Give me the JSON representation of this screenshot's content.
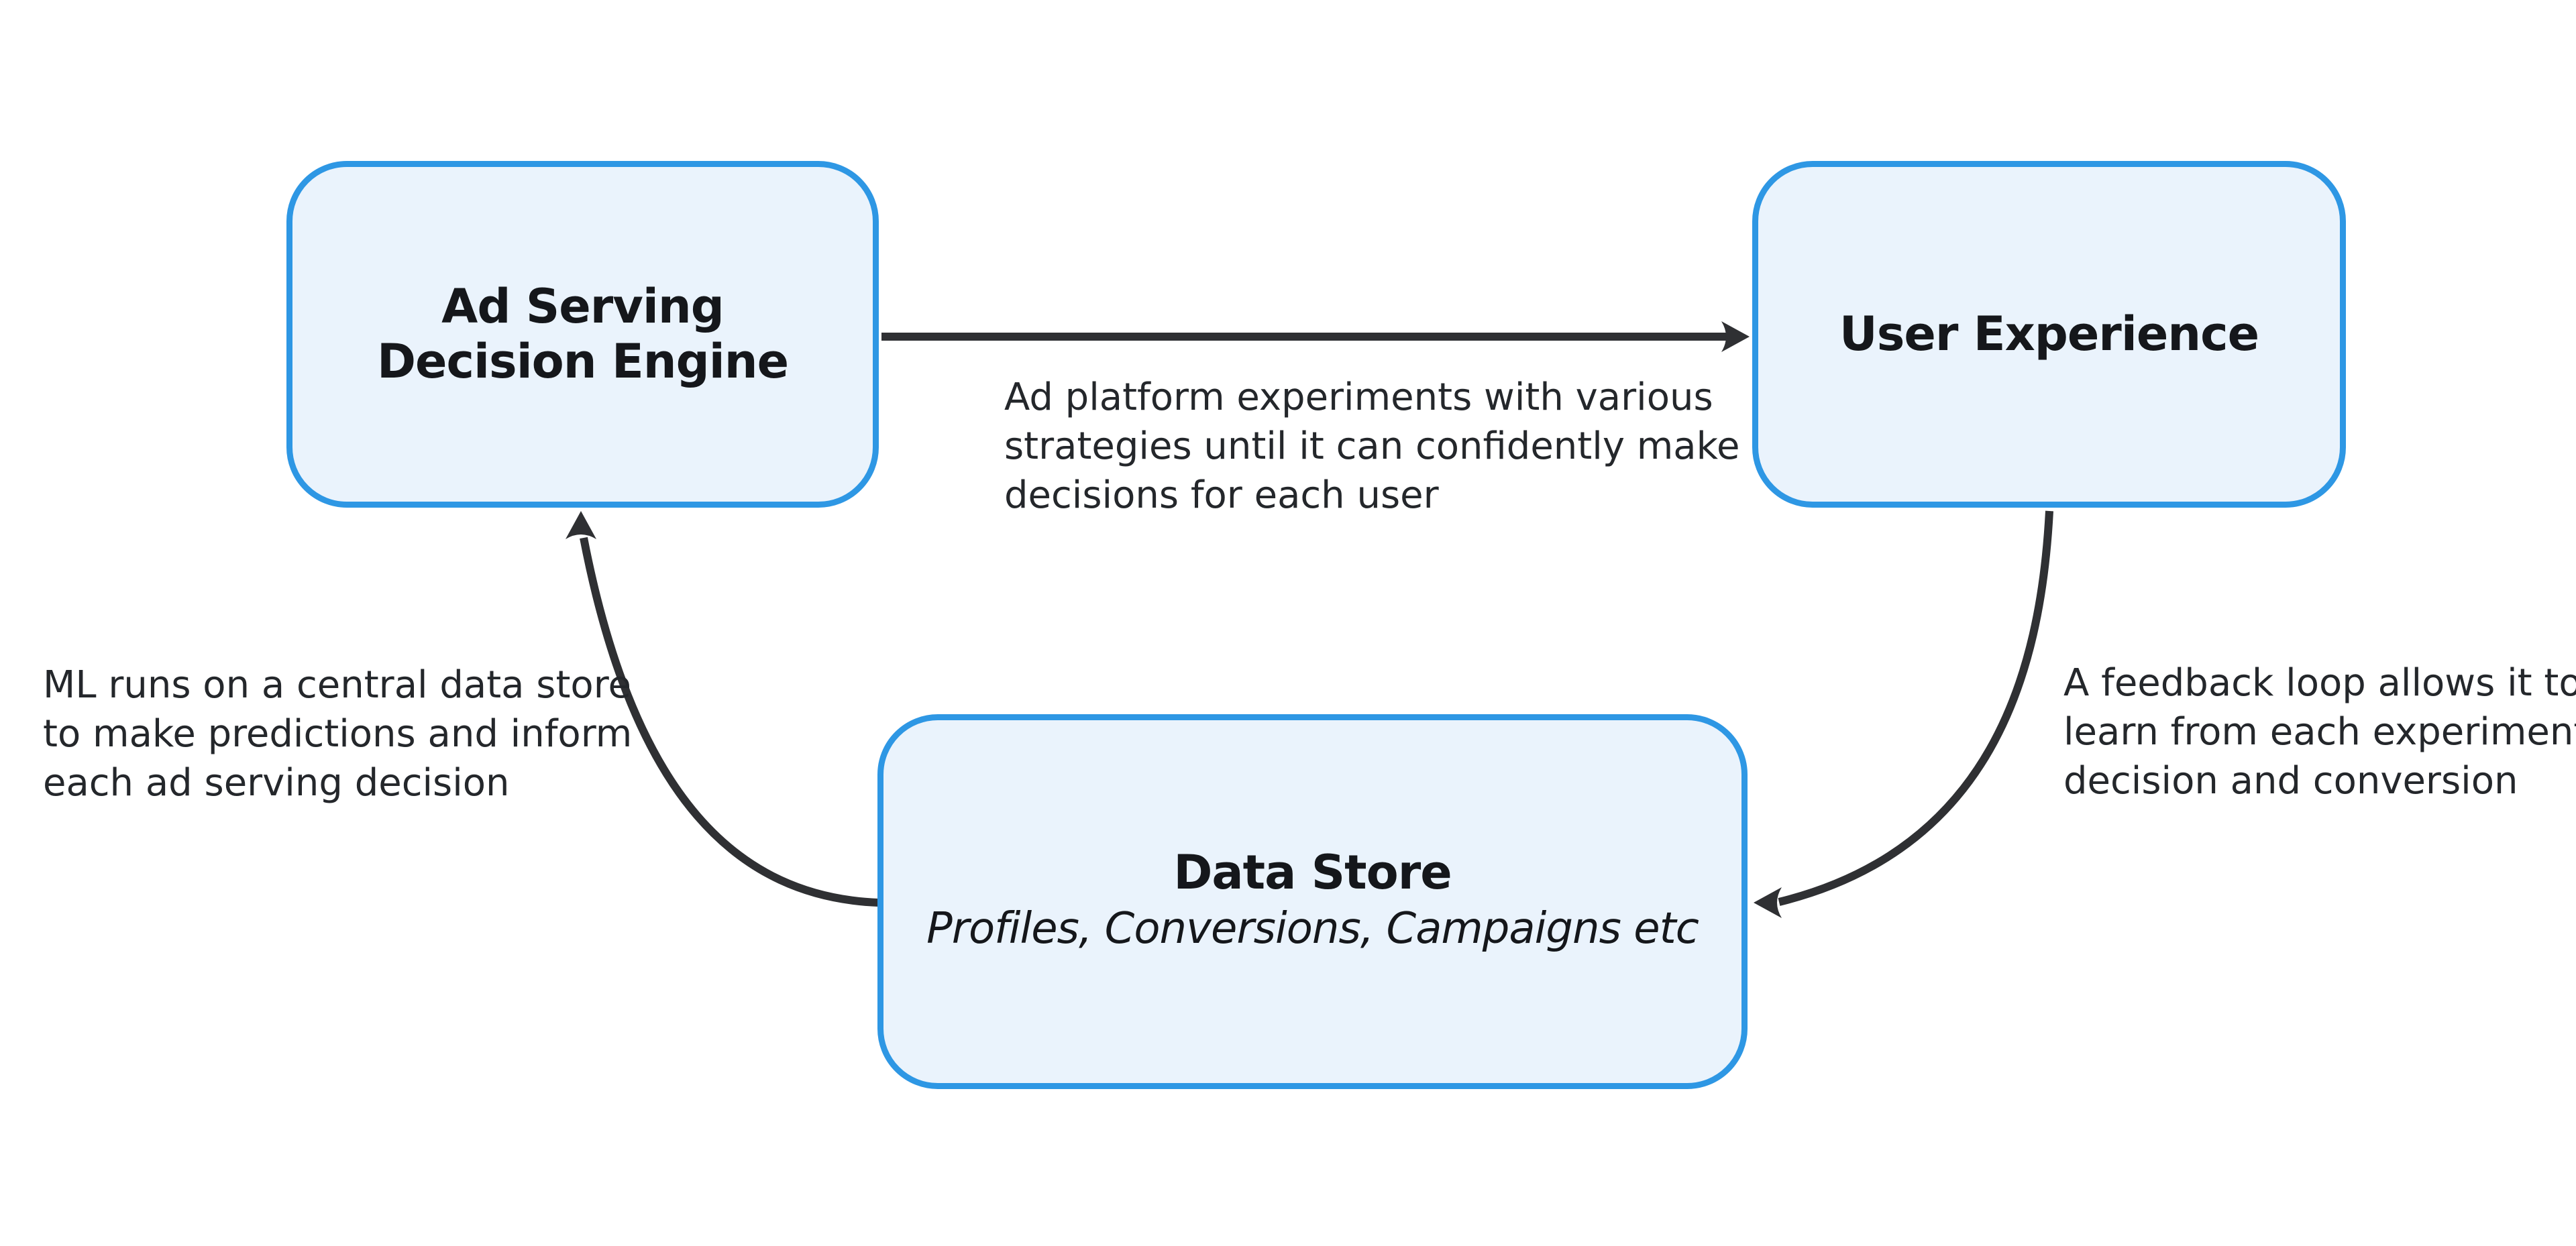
{
  "theme": {
    "canvas_bg": "#ffffff",
    "node_fill": "#EAF3FC",
    "node_border": "#2E97E4",
    "ink": "#2F3033",
    "title_color": "#15171B",
    "label_color": "#24272B"
  },
  "nodes": {
    "ad_engine": {
      "line1": "Ad Serving",
      "line2": "Decision Engine"
    },
    "user_experience": {
      "title": "User Experience"
    },
    "data_store": {
      "title": "Data Store",
      "subtitle": "Profiles, Conversions, Campaigns etc"
    }
  },
  "annotations": {
    "experiment_flow": {
      "lines": [
        "Ad platform experiments with various",
        "strategies until it can confidently make",
        "decisions for each user"
      ]
    },
    "ml_flow": {
      "lines": [
        "ML runs on a central data store",
        "to make predictions and inform",
        "each ad serving decision"
      ]
    },
    "feedback_flow": {
      "lines": [
        "A feedback loop allows it to",
        "learn from each experiment,",
        "decision and conversion"
      ]
    }
  }
}
